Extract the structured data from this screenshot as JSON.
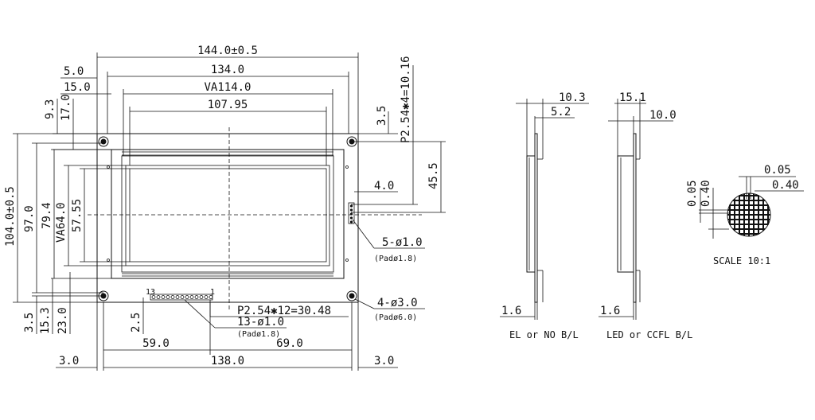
{
  "front_view": {
    "overall_width": "144.0±0.5",
    "pcb_width": "134.0",
    "va_width": "VA114.0",
    "aa_width": "107.95",
    "edge_offset_1": "5.0",
    "edge_offset_2": "15.0",
    "top_offset_1": "9.3",
    "top_offset_2": "17.0",
    "overall_height": "104.0±0.5",
    "pcb_height": "97.0",
    "bezel_height": "79.4",
    "va_height": "VA64.0",
    "aa_height": "57.55",
    "pin_pitch_right": "P2.54✱4=10.16",
    "right_top_offset": "3.5",
    "right_pin_offset": "4.0",
    "right_pin_height": "45.5",
    "right_pins": "5-ø1.0",
    "right_pins_pad": "(Padø1.8)",
    "bottom_pin_first": "13",
    "bottom_pin_last": "1",
    "bottom_pitch": "P2.54✱12=30.48",
    "bottom_pins": "13-ø1.0",
    "bottom_pins_pad": "(Padø1.8)",
    "mount_holes": "4-ø3.0",
    "mount_holes_pad": "(Padø6.0)",
    "bottom_offset_1": "3.5",
    "bottom_offset_2": "15.3",
    "bottom_offset_3": "23.0",
    "pin_row_offset": "2.5",
    "left_to_pins": "59.0",
    "pins_to_right": "69.0",
    "hole_spacing": "138.0",
    "side_margin_left": "3.0",
    "side_margin_right": "3.0"
  },
  "side_views": {
    "el_total": "10.3",
    "el_panel": "5.2",
    "el_pcb": "1.6",
    "el_caption": "EL or NO B/L",
    "led_total": "15.1",
    "led_panel": "10.0",
    "led_pcb": "1.6",
    "led_caption": "LED or CCFL B/L"
  },
  "detail": {
    "dot_gap": "0.05",
    "dot_size": "0.40",
    "dot_gap_v": "0.05",
    "dot_size_v": "0.40",
    "scale": "SCALE 10:1"
  }
}
